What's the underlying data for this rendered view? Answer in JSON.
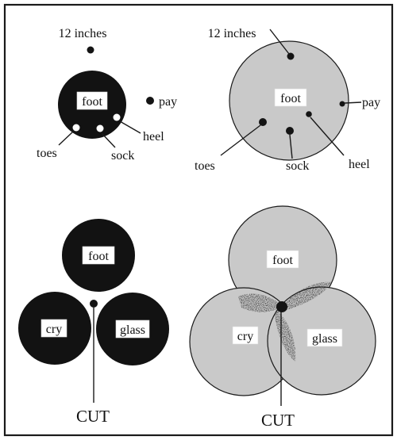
{
  "colors": {
    "frame": "#1a1a1a",
    "dark_circle": "#121212",
    "light_circle": "#c9c9c9",
    "circle_stroke": "#1a1a1a",
    "dot": "#141414",
    "white_dot": "#ffffff",
    "cut_smudge": "#2a2a2a"
  },
  "panel_top_left": {
    "center_label": "foot",
    "twelve_inches": "12 inches",
    "pay": "pay",
    "heel": "heel",
    "toes": "toes",
    "sock": "sock"
  },
  "panel_top_right": {
    "center_label": "foot",
    "twelve_inches": "12 inches",
    "pay": "pay",
    "heel": "heel",
    "toes": "toes",
    "sock": "sock"
  },
  "panel_bottom_left": {
    "foot": "foot",
    "cry": "cry",
    "glass": "glass",
    "cut": "CUT"
  },
  "panel_bottom_right": {
    "foot": "foot",
    "cry": "cry",
    "glass": "glass",
    "cut": "CUT"
  }
}
